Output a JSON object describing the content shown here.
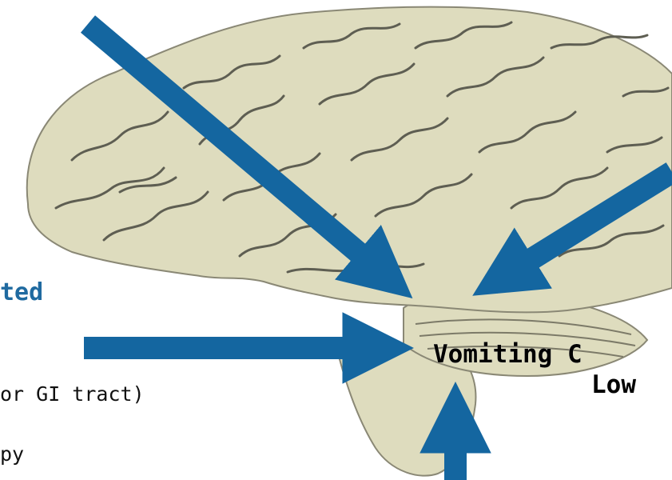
{
  "left_text": {
    "heading_fragment": "ted",
    "line1": "or GI tract)",
    "line2": "py"
  },
  "center_label": {
    "line1": "Vomiting C",
    "line2": "Low"
  },
  "colors": {
    "arrow": "#1466a0",
    "brain_fill": "#dedcbe",
    "brain_fold": "#5e5e52",
    "heading_text": "#1f6aa0",
    "label_red": "#ff0000"
  },
  "icons": [
    "brain-illustration",
    "arrow-icon"
  ]
}
